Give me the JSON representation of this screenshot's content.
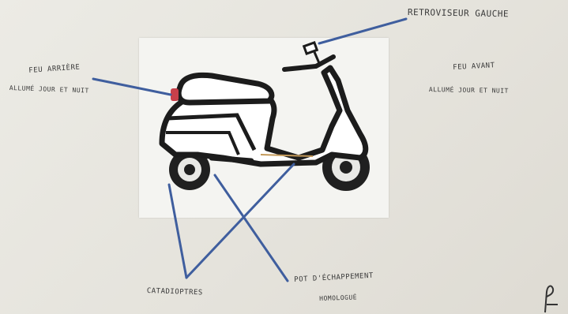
{
  "labels": {
    "mirror": "RETROVISEUR GAUCHE",
    "rear_light_line1": "FEU ARRIÈRE",
    "rear_light_line2": "ALLUMÉ JOUR ET NUIT",
    "front_light_line1": "FEU AVANT",
    "front_light_line2": "ALLUMÉ JOUR ET NUIT",
    "reflectors": "CATADIOPTRES",
    "exhaust_line1": "POT D'ÉCHAPPEMENT",
    "exhaust_line2": "HOMOLOGUÉ"
  },
  "colors": {
    "pointer": "#3f5e9e",
    "scooter_outline": "#1c1c1c",
    "rear_light": "#c8404a",
    "paper": "#f4f4f1"
  }
}
